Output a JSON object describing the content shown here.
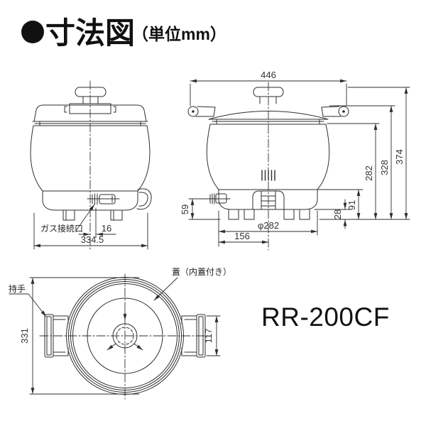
{
  "colors": {
    "line": "#2e2e2e",
    "dim_text": "#32323c",
    "text": "#111111",
    "background": "#ffffff"
  },
  "title": {
    "heading": "寸法図",
    "unit": "（単位mm）"
  },
  "model_label": "RR-200CF",
  "front_view": {
    "gas_port_label": "ガス接続口",
    "dim_gas_offset": "16",
    "dim_total_width": "334.5"
  },
  "side_view": {
    "dim_top_width": "446",
    "dim_body_height": "282",
    "dim_lid_height": "328",
    "dim_total_height": "374",
    "dim_gas_height": "59",
    "dim_base_height": "91",
    "dim_foot_height": "28",
    "dim_base_diameter": "φ282",
    "dim_gas_center": "156"
  },
  "top_view": {
    "handle_label": "持手",
    "lid_label": "蓋（内蓋付き）",
    "dim_body_diameter": "331",
    "dim_handle_length": "117"
  }
}
